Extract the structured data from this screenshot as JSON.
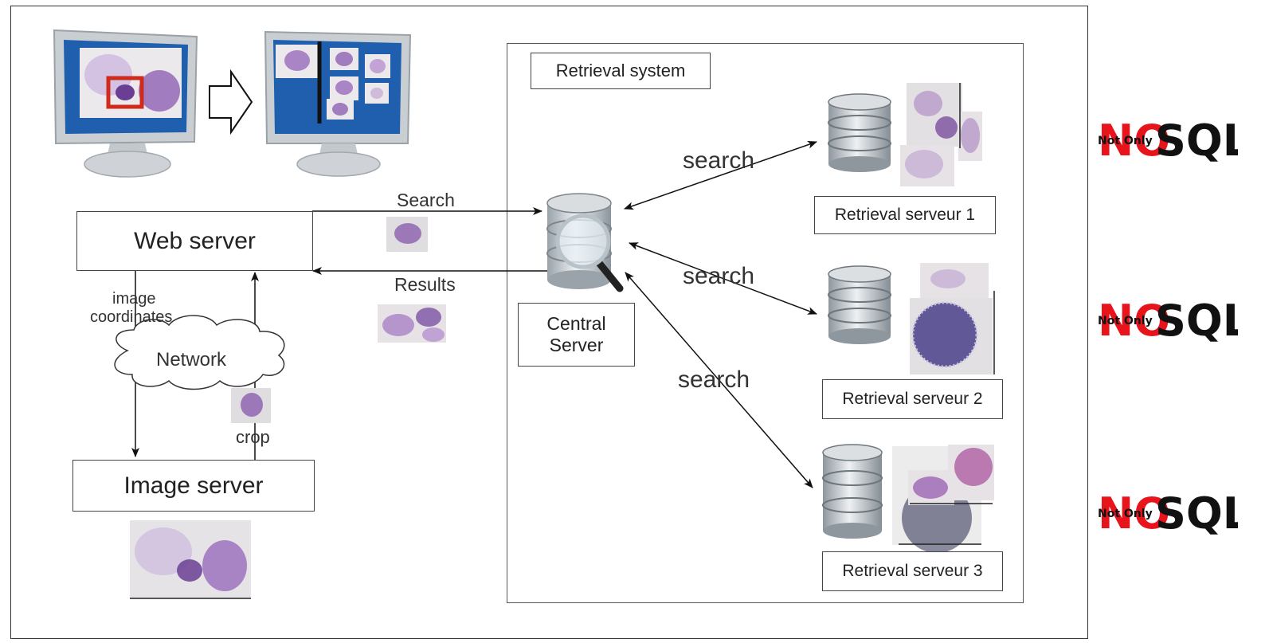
{
  "retrieval_system": {
    "title": "Retrieval system"
  },
  "web_server": "Web server",
  "image_server": "Image server",
  "central_server": {
    "line1": "Central",
    "line2": "Server"
  },
  "retrieval_servers": [
    "Retrieval serveur 1",
    "Retrieval serveur 2",
    "Retrieval serveur 3"
  ],
  "network": "Network",
  "edge_labels": {
    "search_request": "Search",
    "results": "Results",
    "image_coordinates_line1": "image",
    "image_coordinates_line2": "coordinates",
    "crop": "crop",
    "search": "search"
  },
  "nosql_badge": {
    "not_only": "Not Only",
    "no": "NO",
    "sql": "SQL",
    "color_red": "#e8141c",
    "color_black": "#111111"
  }
}
